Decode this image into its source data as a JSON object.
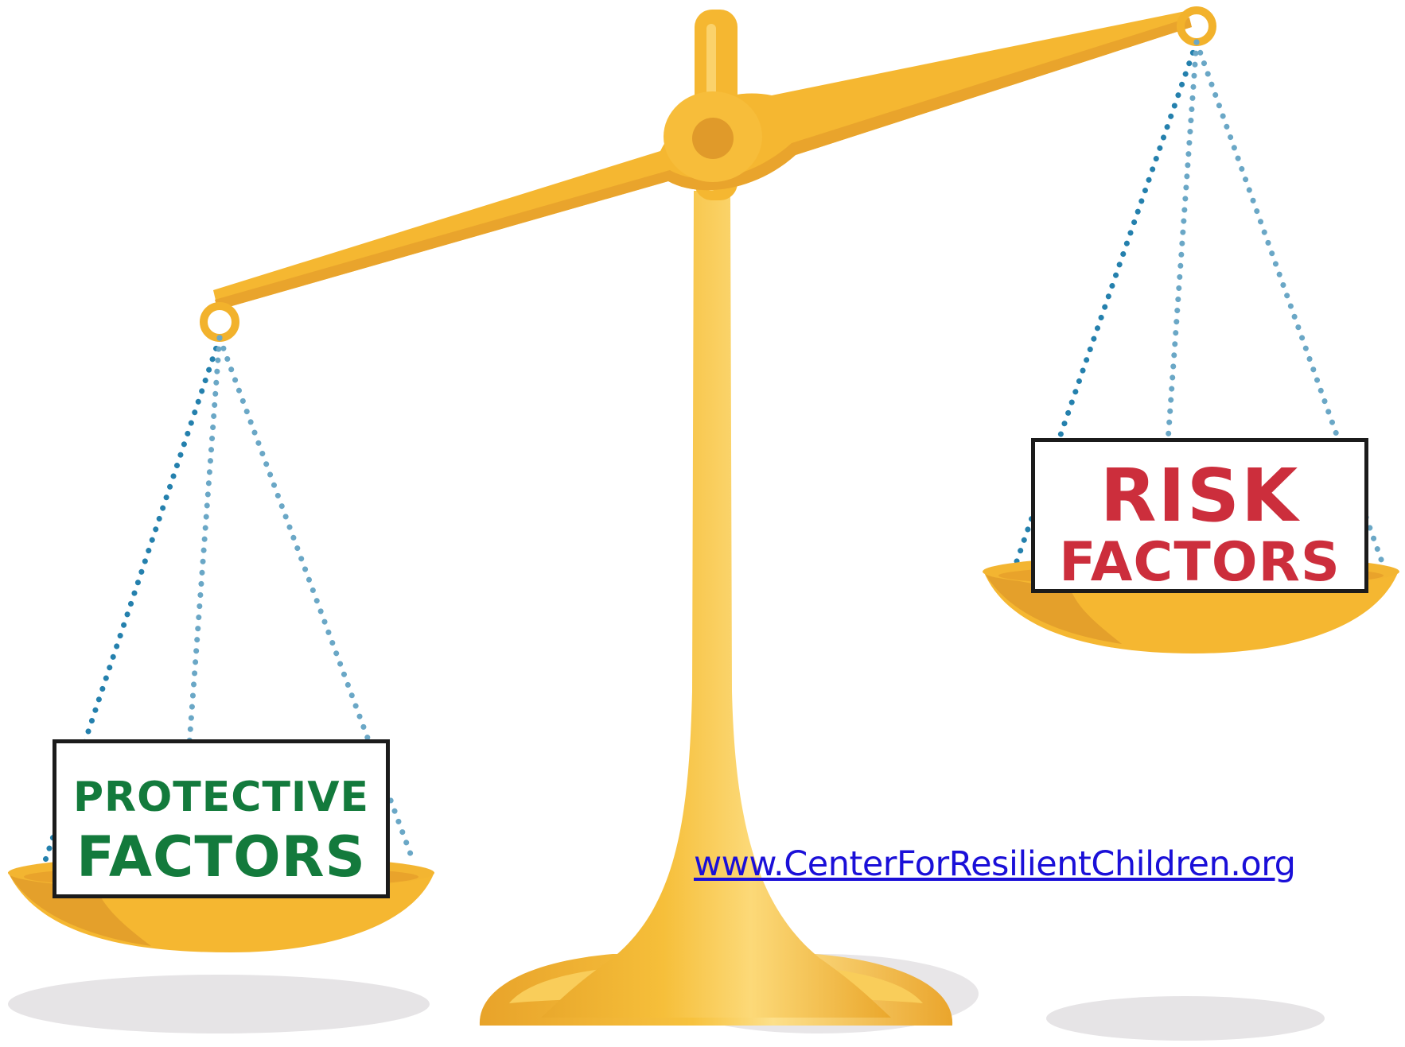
{
  "protective": {
    "line1": "PROTECTIVE",
    "line2": "FACTORS"
  },
  "risk": {
    "line1": "RISK",
    "line2": "FACTORS"
  },
  "website": {
    "text": "www.CenterForResilientChildren.org"
  },
  "colors": {
    "gold": "#f5b731",
    "gold_dark": "#e2a02a",
    "gold_light": "#fbd873",
    "protective_text": "#137a3c",
    "risk_text": "#cc2e3c",
    "chain_dots": "#2f87b5",
    "link": "#1a0fd8",
    "shadow": "#e6e4e6"
  },
  "icons": [
    "balance-scale-icon"
  ]
}
